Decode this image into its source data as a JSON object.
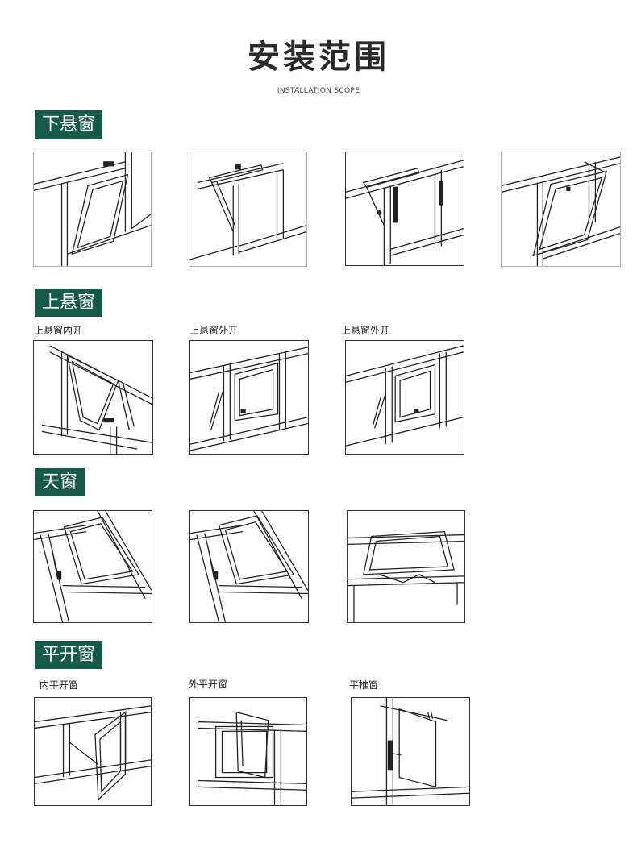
{
  "header": {
    "title": "安装范围",
    "subtitle": "INSTALLATION SCOPE"
  },
  "accent_color": "#165b4a",
  "sections": [
    {
      "tag": "下悬窗",
      "captions": []
    },
    {
      "tag": "上悬窗",
      "captions": [
        "上悬窗内开",
        "上悬窗外开",
        "上悬窗外开"
      ]
    },
    {
      "tag": "天窗",
      "captions": []
    },
    {
      "tag": "平开窗",
      "captions": [
        "内平开窗",
        "外平开窗",
        "平推窗"
      ]
    }
  ]
}
